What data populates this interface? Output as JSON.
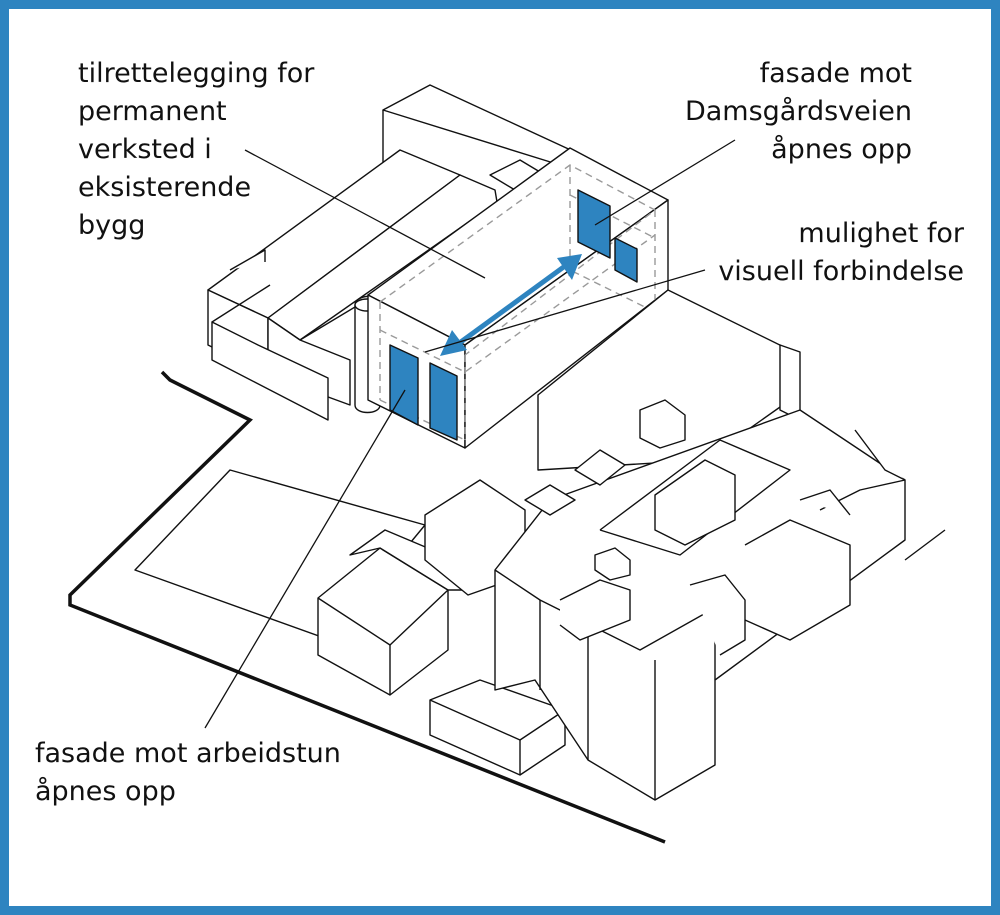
{
  "colors": {
    "frame": "#2e84c0",
    "accent": "#2e84c0",
    "line": "#111111",
    "dashed": "#9a9a9a"
  },
  "labels": {
    "workshop": [
      "tilrettelegging for",
      "permanent",
      "verksted i",
      "eksisterende",
      "bygg"
    ],
    "facade_damsgard": [
      "fasade mot",
      "Damsgårdsveien",
      "åpnes opp"
    ],
    "visual_link": [
      "mulighet for",
      "visuell forbindelse"
    ],
    "facade_arbeidstun": [
      "fasade mot arbeidstun",
      "åpnes opp"
    ]
  }
}
